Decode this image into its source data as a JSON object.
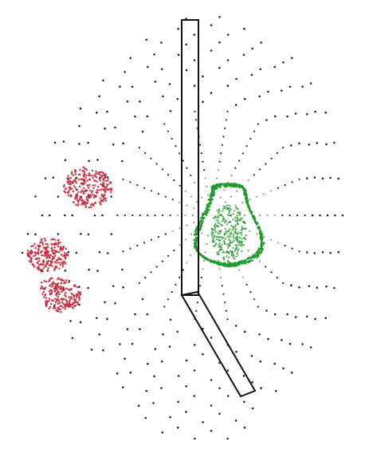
{
  "figure": {
    "palette": {
      "face_red": "#c8283a",
      "mid_gray": "#8c8c8c",
      "ear_green": "#1f9a2a",
      "cool_blue": "#7f9fcf",
      "outline": "#111111"
    },
    "regions": [
      "point-cloud-head",
      "ear",
      "probe-bar"
    ]
  }
}
